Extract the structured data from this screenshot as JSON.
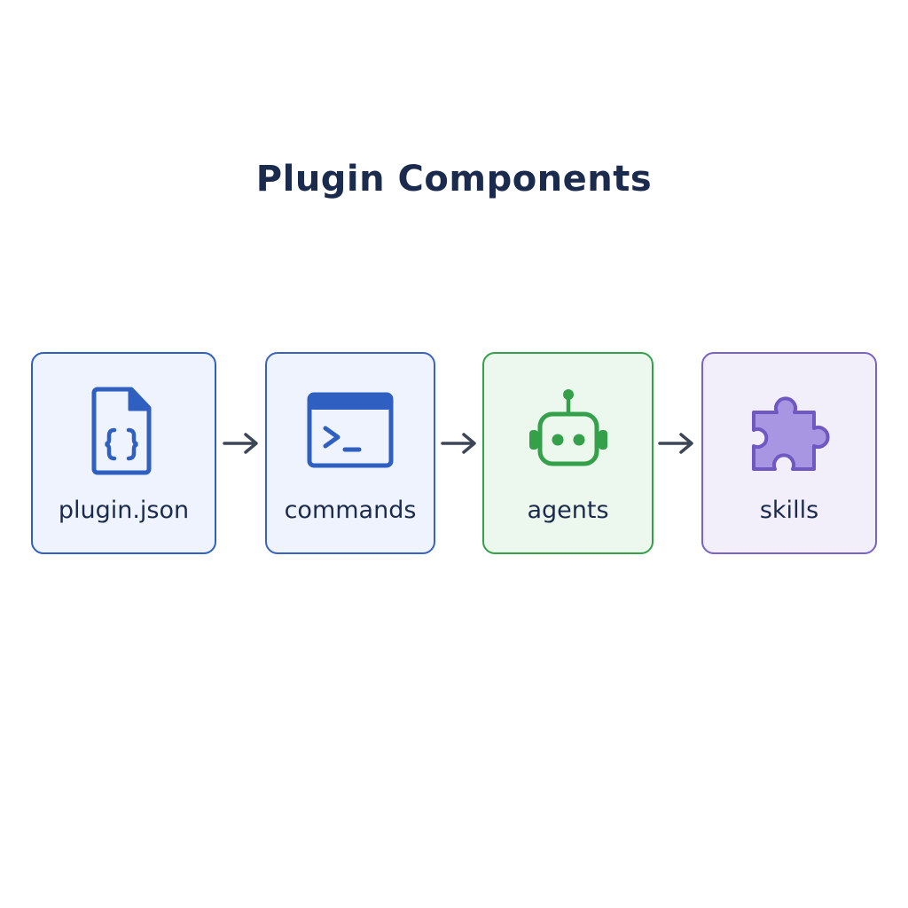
{
  "title": "Plugin Components",
  "components": [
    {
      "label": "plugin.json",
      "icon": "json-file-icon",
      "color": "#2f5fc0"
    },
    {
      "label": "commands",
      "icon": "terminal-icon",
      "color": "#3a63bf"
    },
    {
      "label": "agents",
      "icon": "robot-icon",
      "color": "#35a04a"
    },
    {
      "label": "skills",
      "icon": "puzzle-piece-icon",
      "color": "#7a63c8"
    }
  ],
  "colors": {
    "title": "#1b2b4d",
    "arrow": "#3d4657"
  }
}
